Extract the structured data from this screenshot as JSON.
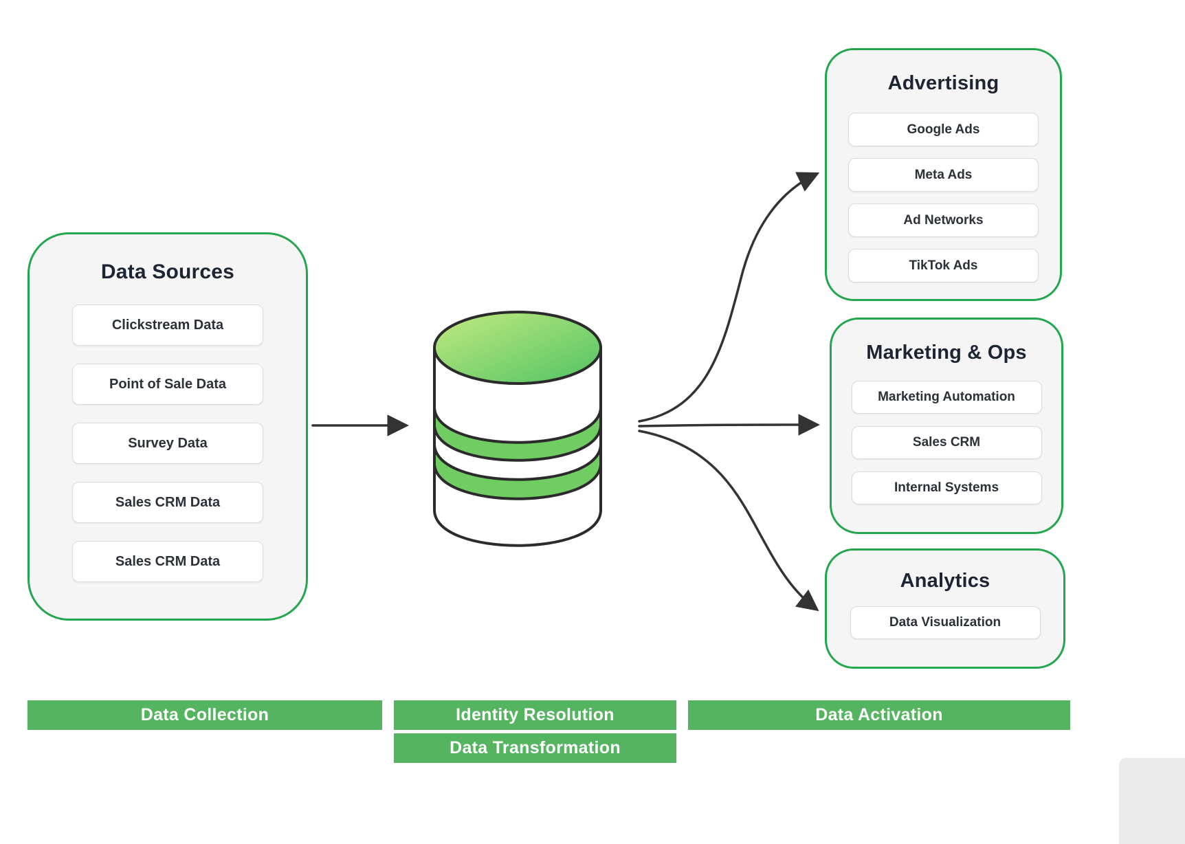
{
  "source_group": {
    "title": "Data Sources",
    "items": [
      "Clickstream Data",
      "Point of Sale Data",
      "Survey Data",
      "Sales CRM Data",
      "Sales CRM Data"
    ]
  },
  "target_groups": [
    {
      "title": "Advertising",
      "items": [
        "Google Ads",
        "Meta Ads",
        "Ad Networks",
        "TikTok Ads"
      ]
    },
    {
      "title": "Marketing & Ops",
      "items": [
        "Marketing Automation",
        "Sales CRM",
        "Internal Systems"
      ]
    },
    {
      "title": "Analytics",
      "items": [
        "Data Visualization"
      ]
    }
  ],
  "banners": [
    {
      "label": "Data Collection"
    },
    {
      "label": "Identity Resolution"
    },
    {
      "label": "Data Activation"
    },
    {
      "label": "Data Transformation"
    }
  ],
  "icons": {
    "database": "database-cylinder-icon"
  },
  "colors": {
    "group_border_green": "#23a64d",
    "banner_green": "#55b45f",
    "cylinder_stripe_green": "#6fcd61",
    "cylinder_gradient_start": "#c3ea80",
    "cylinder_gradient_end": "#50c364",
    "arrow_dark": "#333333",
    "box_background": "#f5f5f5",
    "title_text": "#1d2432"
  }
}
